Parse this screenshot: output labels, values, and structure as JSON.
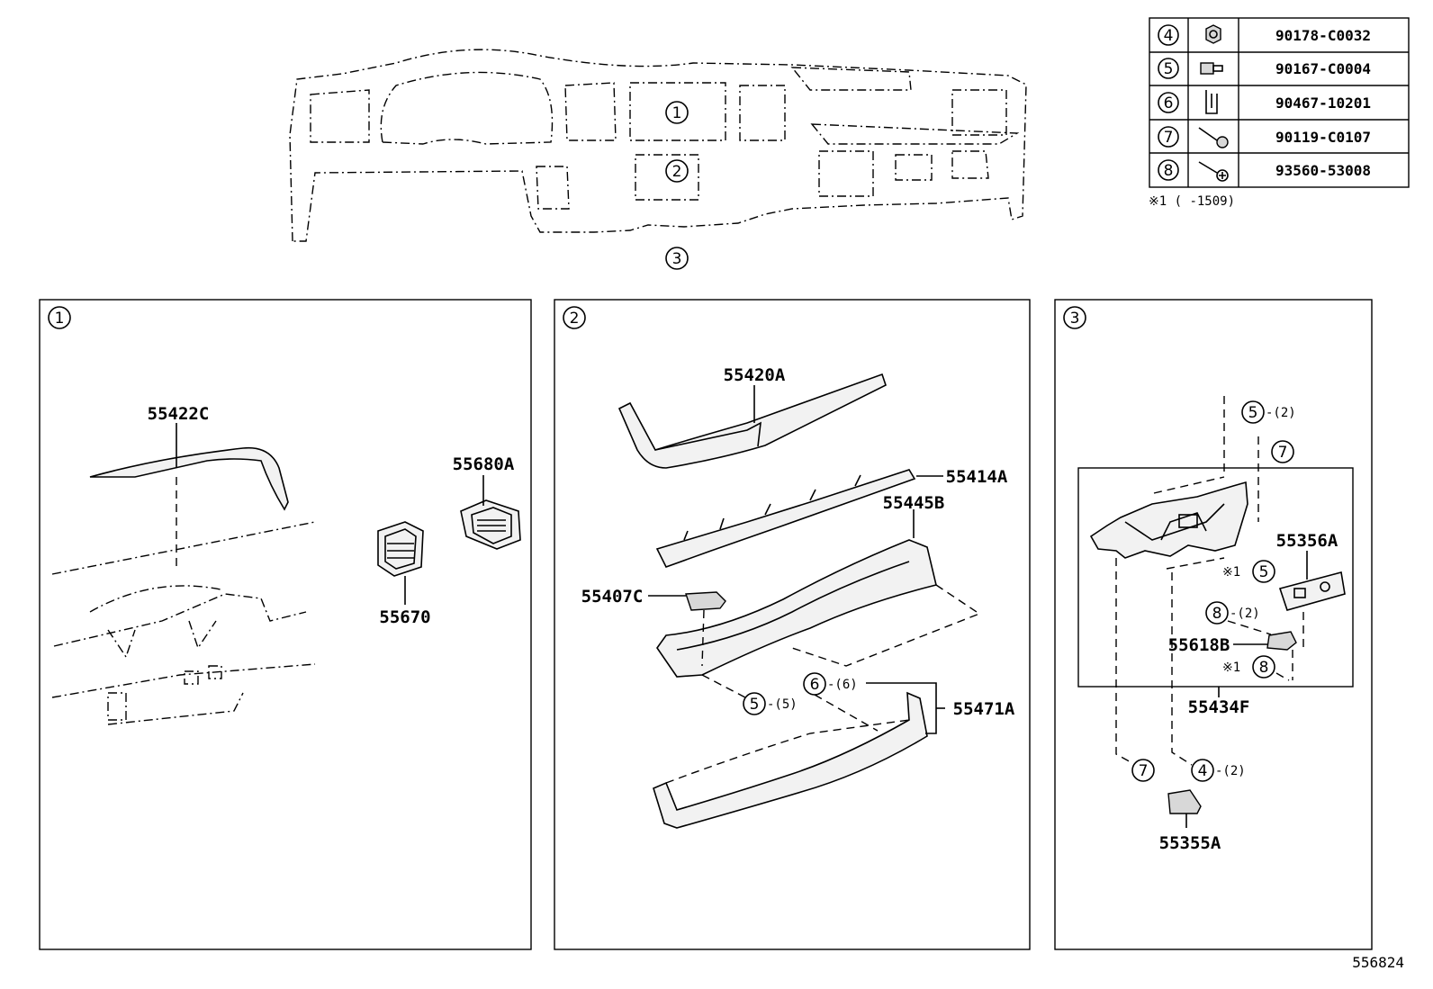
{
  "overview": {
    "callouts": [
      "1",
      "2",
      "3"
    ]
  },
  "fastener_table": {
    "rows": [
      {
        "key": "4",
        "icon": "nut-icon",
        "part": "90178-C0032"
      },
      {
        "key": "5",
        "icon": "bolt-icon",
        "part": "90167-C0004"
      },
      {
        "key": "6",
        "icon": "clip-icon",
        "part": "90467-10201"
      },
      {
        "key": "7",
        "icon": "screw-washer-icon",
        "part": "90119-C0107"
      },
      {
        "key": "8",
        "icon": "tapping-screw-icon",
        "part": "93560-53008"
      }
    ],
    "footnote": "※1 (      -1509)"
  },
  "panels": [
    {
      "key": "1",
      "labels": [
        "55422C",
        "55680A",
        "55670"
      ]
    },
    {
      "key": "2",
      "labels": [
        "55420A",
        "55414A",
        "55445B",
        "55407C",
        "55471A"
      ],
      "fastener_refs": [
        {
          "key": "6",
          "qty": "-(6)"
        },
        {
          "key": "5",
          "qty": "-(5)"
        }
      ]
    },
    {
      "key": "3",
      "labels": [
        "55356A",
        "55618B",
        "55434F",
        "55355A"
      ],
      "fastener_refs": [
        {
          "key": "5",
          "qty": "-(2)"
        },
        {
          "key": "7",
          "qty": ""
        },
        {
          "key": "5",
          "qty": "",
          "note": "※1"
        },
        {
          "key": "8",
          "qty": "-(2)"
        },
        {
          "key": "8",
          "qty": "",
          "note": "※1"
        },
        {
          "key": "7",
          "qty": ""
        },
        {
          "key": "4",
          "qty": "-(2)"
        }
      ]
    }
  ],
  "diagram_id": "556824"
}
